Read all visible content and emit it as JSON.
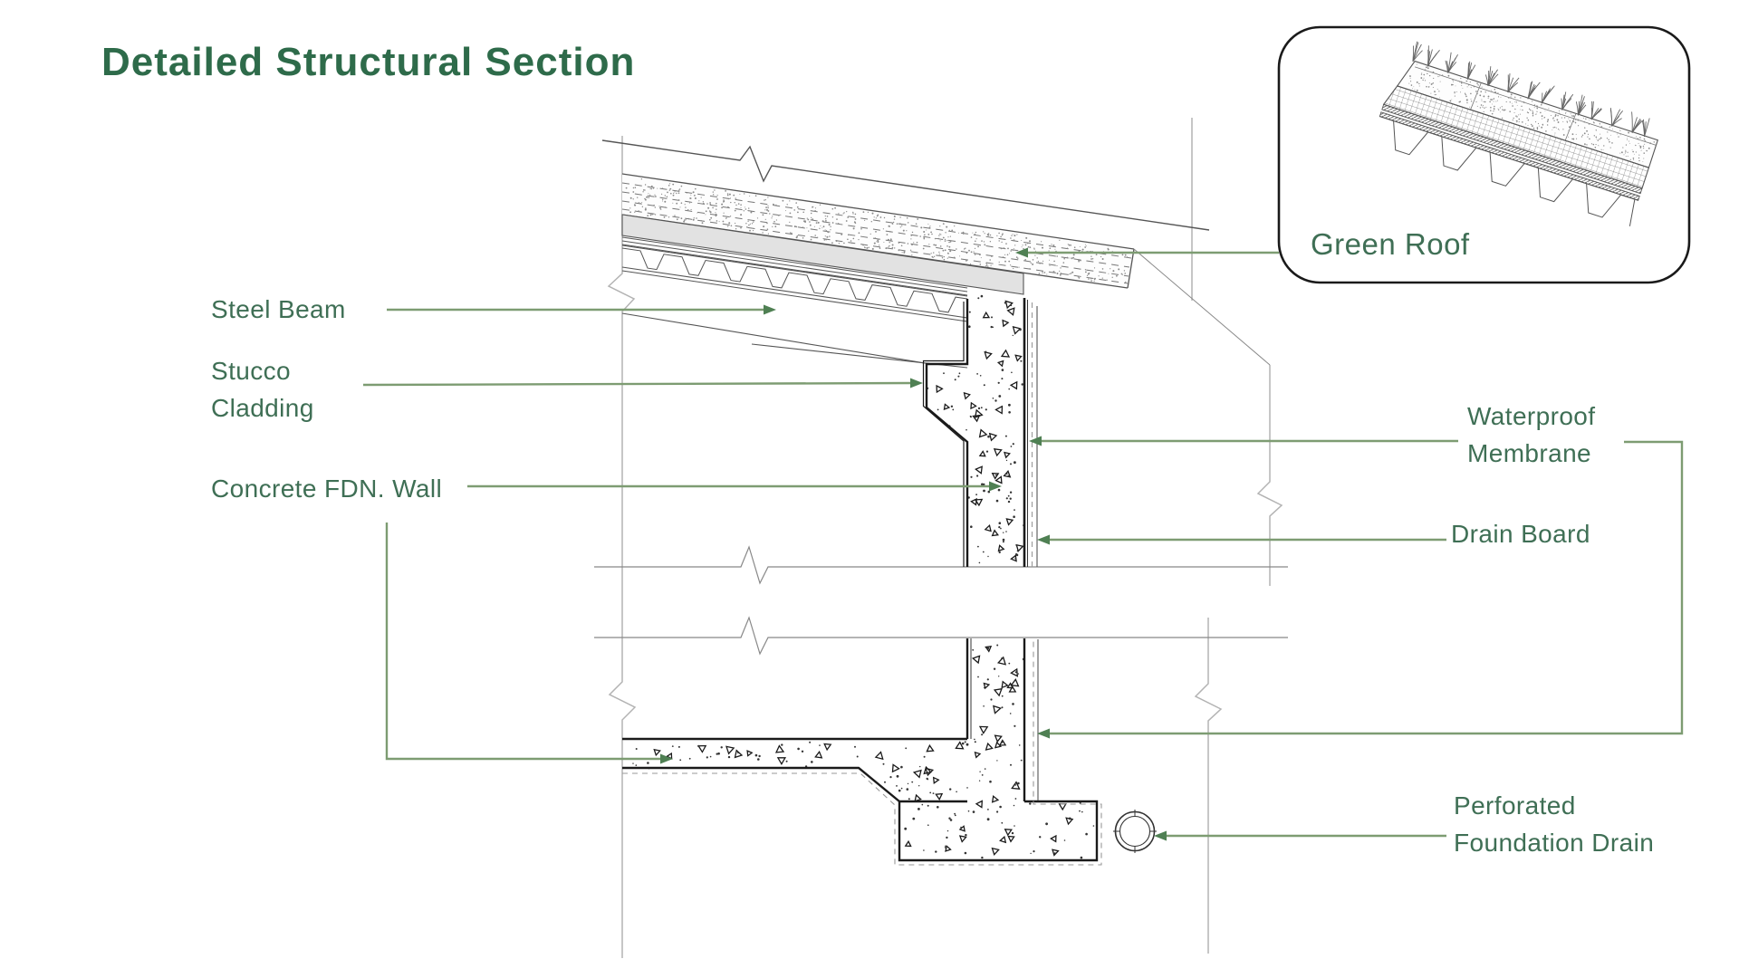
{
  "title": "Detailed Structural Section",
  "inset": {
    "label": "Green Roof"
  },
  "labels": {
    "steel_beam": "Steel Beam",
    "stucco_line1": "Stucco",
    "stucco_line2": "Cladding",
    "concrete_fdn_wall": "Concrete FDN. Wall",
    "waterproof_line1": "Waterproof",
    "waterproof_line2": "Membrane",
    "drain_board": "Drain Board",
    "perforated_line1": "Perforated",
    "perforated_line2": "Foundation Drain"
  },
  "colors": {
    "title_green": "#2e6b4a",
    "label_green": "#3f6f55",
    "leader_green": "#7d9c72",
    "arrow_green": "#4f8053",
    "line_dark": "#1a1a1a",
    "line_mid": "#555555",
    "gridline_gray": "#b3b3b3",
    "insulation_gray": "#e2e2e2"
  }
}
